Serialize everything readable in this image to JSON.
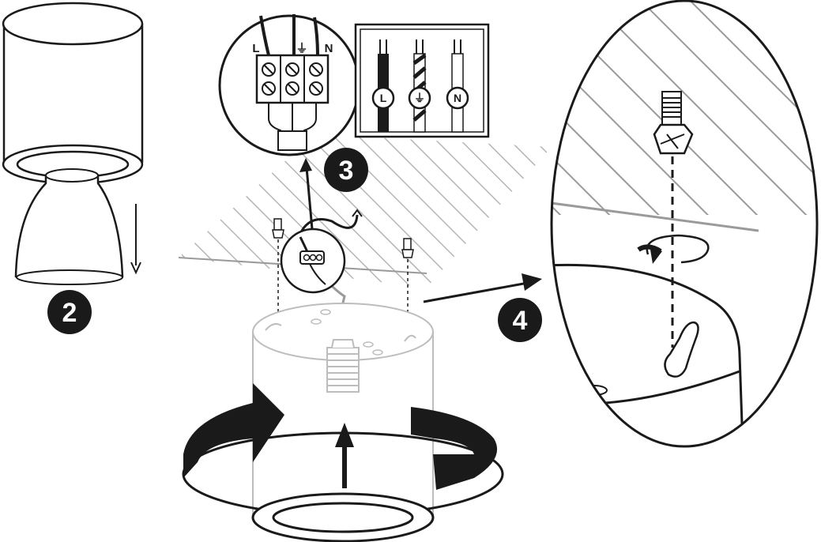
{
  "steps": [
    {
      "number": "2",
      "label": "step-2-badge"
    },
    {
      "number": "3",
      "label": "step-3-badge"
    },
    {
      "number": "4",
      "label": "step-4-badge"
    }
  ],
  "terminal_labels": {
    "live": "L",
    "earth": "⏚",
    "neutral": "N"
  },
  "wire_legend": {
    "live": "L",
    "earth": "⏚",
    "neutral": "N"
  },
  "colors": {
    "ink": "#1a1a1a",
    "hatch": "#b5b5b5",
    "faded": "#bdbdbd",
    "paper": "#ffffff"
  },
  "icons": [
    "lamp-shade-icon",
    "glass-diffuser-icon",
    "terminal-block-icon",
    "wire-legend-icon",
    "ceiling-screw-icon",
    "rotation-arrow-icon",
    "keyhole-slot-icon",
    "lamp-holder-icon"
  ]
}
